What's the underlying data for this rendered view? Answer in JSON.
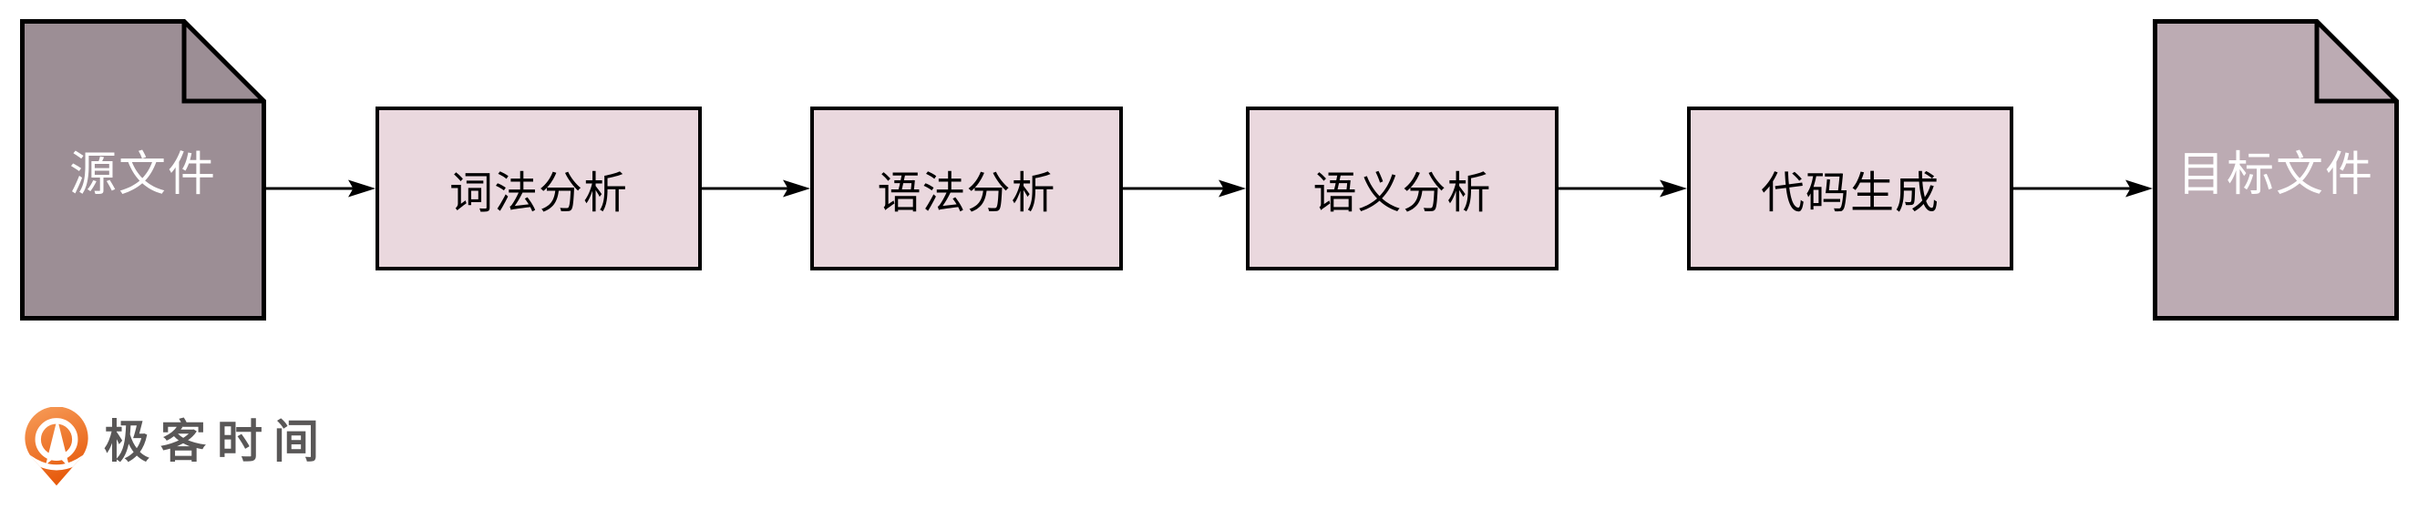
{
  "diagram": {
    "title": "compiler-pipeline-flowchart",
    "source": {
      "label": "源文件",
      "shape": "document-icon"
    },
    "stages": [
      {
        "label": "词法分析"
      },
      {
        "label": "语法分析"
      },
      {
        "label": "语义分析"
      },
      {
        "label": "代码生成"
      }
    ],
    "target": {
      "label": "目标文件",
      "shape": "document-icon"
    },
    "flow": "源文件 → 词法分析 → 语法分析 → 语义分析 → 代码生成 → 目标文件"
  },
  "branding": {
    "logo_text": "极客时间",
    "logo_icon": "geektime-pin-icon"
  },
  "colors": {
    "background": "#ffffff",
    "source_doc_fill": "#9c8e95",
    "target_doc_fill": "#bcabb3",
    "stage_box_fill": "#ead8de",
    "outline": "#000000",
    "doc_text": "#ffffff",
    "stage_text": "#000000",
    "logo_orange_top": "#f79e5b",
    "logo_orange_bottom": "#e75b0d",
    "logo_text_gray": "#595757"
  }
}
